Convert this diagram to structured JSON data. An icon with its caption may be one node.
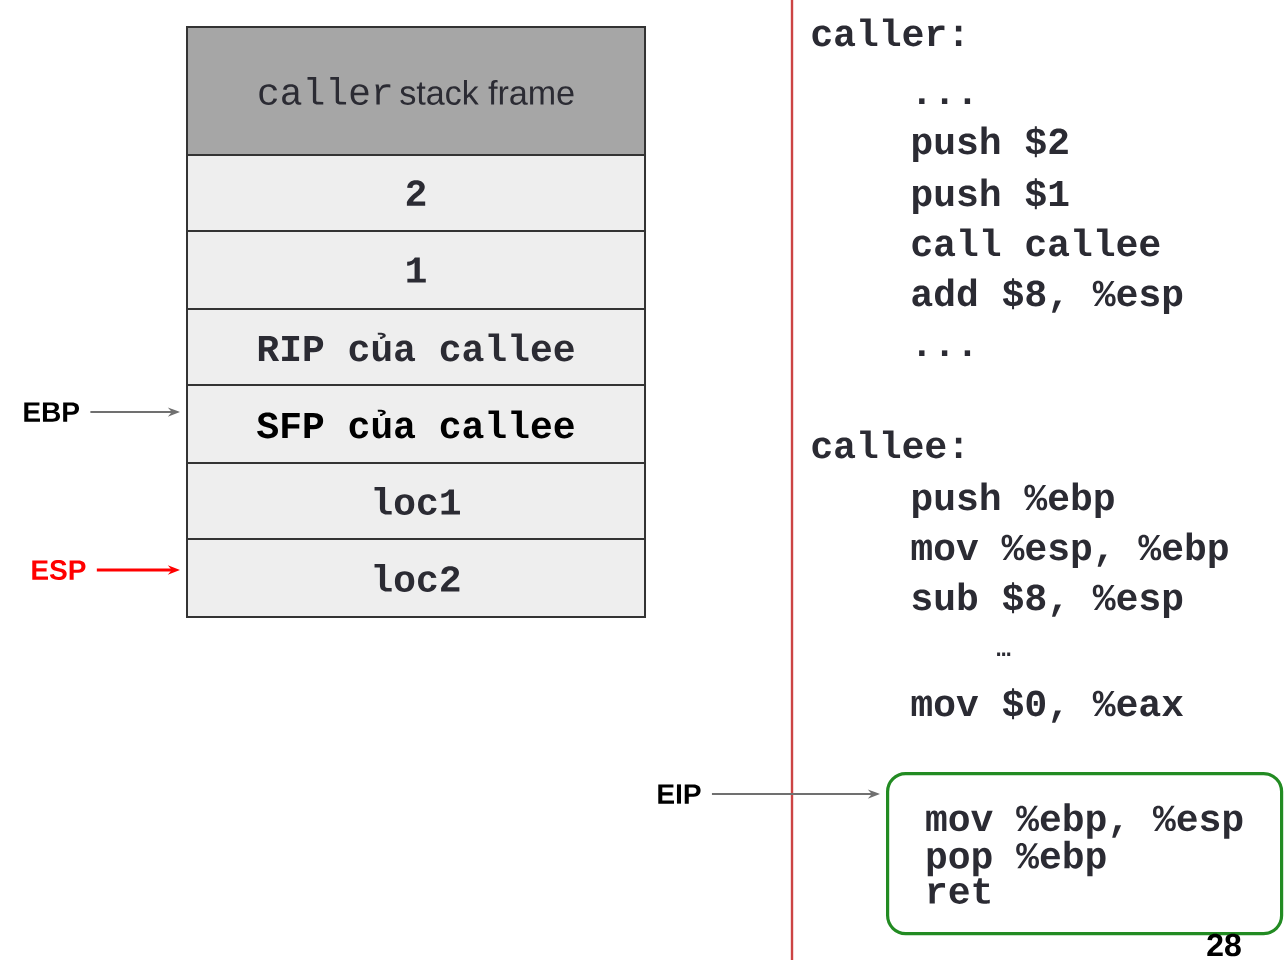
{
  "diagram": {
    "nodes": [
      {
        "text": [
          "caller",
          "stack frame"
        ]
      },
      {
        "text": [
          "2"
        ]
      },
      {
        "text": [
          "1"
        ]
      },
      {
        "text": [
          "RIP của callee"
        ]
      },
      {
        "text": [
          "SFP của callee"
        ]
      },
      {
        "text": [
          "loc1"
        ]
      },
      {
        "text": [
          "loc2"
        ]
      },
      {
        "text": [
          "EBP"
        ]
      },
      {
        "text": [
          "ESP"
        ]
      },
      {
        "text": [
          "EIP"
        ]
      },
      {
        "text": [
          "mov %ebp, %esp",
          "pop %ebp",
          "ret"
        ]
      }
    ],
    "edges": [
      {
        "from": 7,
        "to": 4,
        "arrow": "to"
      },
      {
        "from": 8,
        "to": 6,
        "arrow": "to",
        "color": "#ff0000"
      },
      {
        "from": 9,
        "to": 10,
        "arrow": "to"
      }
    ],
    "labels": [
      "caller:",
      "...",
      "push $2",
      "push $1",
      "call callee",
      "add $8, %esp",
      "...",
      "callee:",
      "push %ebp",
      "mov %esp, %ebp",
      "sub $8, %esp",
      "…",
      "mov $0, %eax",
      "28"
    ]
  }
}
